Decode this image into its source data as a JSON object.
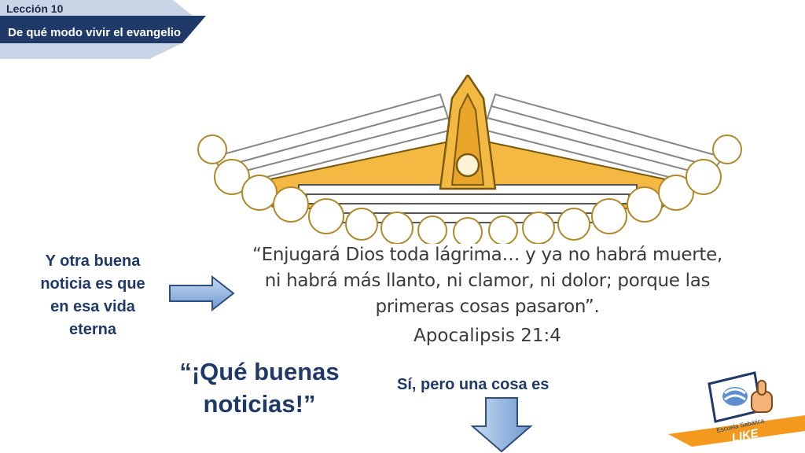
{
  "header": {
    "lesson_label": "Lección 10",
    "lesson_title": "De qué modo vivir el evangelio",
    "colors": {
      "band": "#1f3a68",
      "light": "#c9d4e6"
    }
  },
  "illustration": {
    "icon": "heaven-gate-clouds-icon",
    "colors": {
      "gold": "#f4b942",
      "outline": "#7a5a10"
    }
  },
  "verse": {
    "lines": [
      "“Enjugará Dios toda lágrima… y ya no habrá muerte,",
      "ni habrá más llanto, ni clamor, ni dolor; porque las",
      "primeras cosas pasaron”."
    ],
    "reference": "Apocalipsis 21:4"
  },
  "side_text": "Y otra buena noticia es que en esa vida eterna",
  "quote": "“¡Qué buenas noticias!”",
  "yes_but": "Sí, pero una cosa es",
  "arrows": {
    "right": "arrow-right-icon",
    "down": "arrow-down-icon",
    "color": "#8fb1dd"
  },
  "logo": {
    "text": "LIKE",
    "small_text": "Escuela Sabática",
    "accent": "#f39a1e"
  }
}
